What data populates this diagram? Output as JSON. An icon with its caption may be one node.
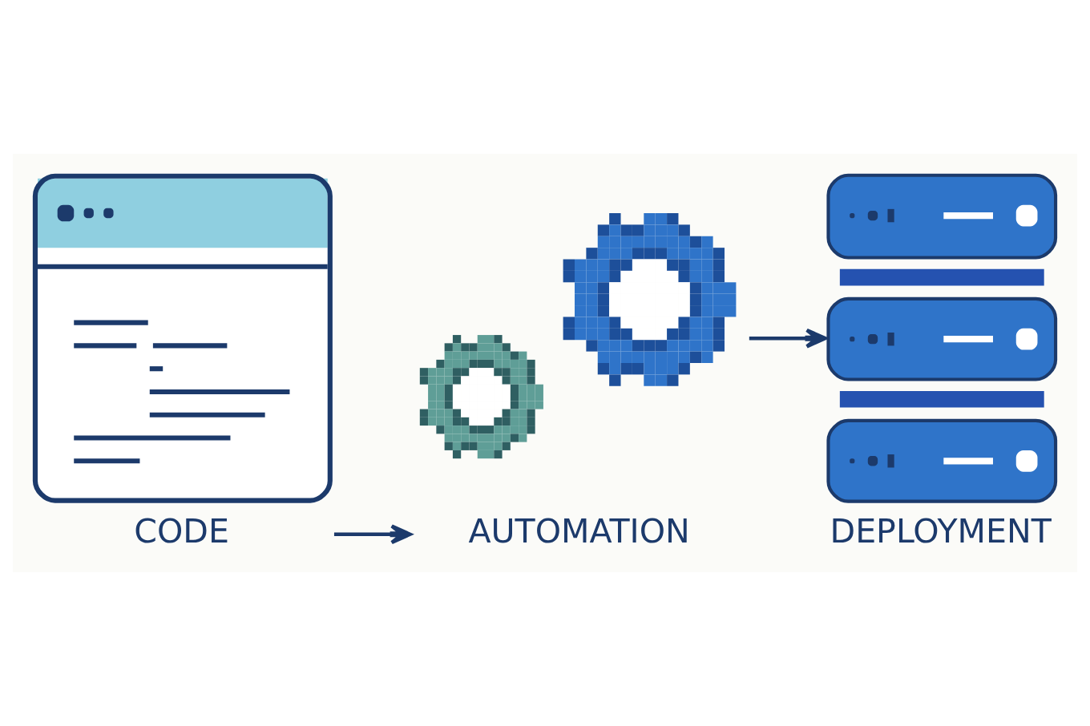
{
  "diagram": {
    "nodes": [
      {
        "text": [
          "CODE"
        ]
      },
      {
        "text": [
          "AUTOMATION"
        ]
      },
      {
        "text": [
          "DEPLOYMENT"
        ]
      }
    ],
    "edges": [
      {
        "from": 0,
        "to": 1,
        "arrow": "to"
      },
      {
        "from": 1,
        "to": 2,
        "arrow": "to"
      }
    ]
  }
}
